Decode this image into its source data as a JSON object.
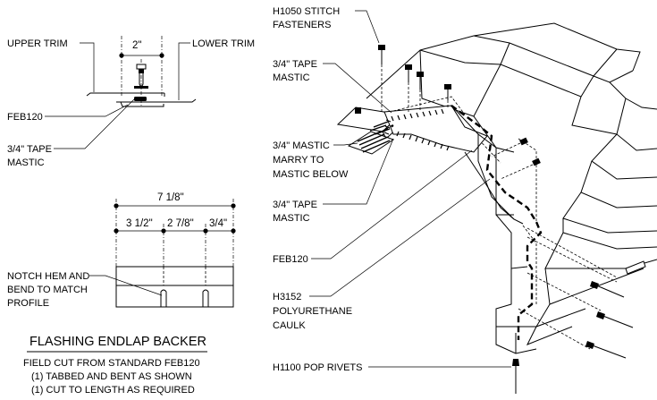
{
  "labels": {
    "upper_trim": "UPPER TRIM",
    "lower_trim": "LOWER TRIM",
    "dim_2": "2\"",
    "feb120_left": "FEB120",
    "tape_mastic_left_1": "3/4\" TAPE",
    "tape_mastic_left_2": "MASTIC",
    "dim_total": "7 1/8\"",
    "dim_a": "3 1/2\"",
    "dim_b": "2 7/8\"",
    "dim_c": "3/4\"",
    "notch_1": "NOTCH HEM AND",
    "notch_2": "BEND TO MATCH",
    "notch_3": "PROFILE",
    "stitch_1": "H1050 STITCH",
    "stitch_2": "FASTENERS",
    "tape_top_1": "3/4\" TAPE",
    "tape_top_2": "MASTIC",
    "marry_1": "3/4\" MASTIC",
    "marry_2": "MARRY TO",
    "marry_3": "MASTIC BELOW",
    "tape_mid_1": "3/4\" TAPE",
    "tape_mid_2": "MASTIC",
    "feb120_right": "FEB120",
    "caulk_1": "H3152",
    "caulk_2": "POLYURETHANE",
    "caulk_3": "CAULK",
    "rivets": "H1100 POP RIVETS"
  },
  "title": {
    "heading": "FLASHING ENDLAP BACKER",
    "note_1": "FIELD CUT FROM STANDARD FEB120",
    "note_2": "(1) TABBED AND BENT AS SHOWN",
    "note_3": "(1) CUT TO LENGTH AS REQUIRED"
  }
}
